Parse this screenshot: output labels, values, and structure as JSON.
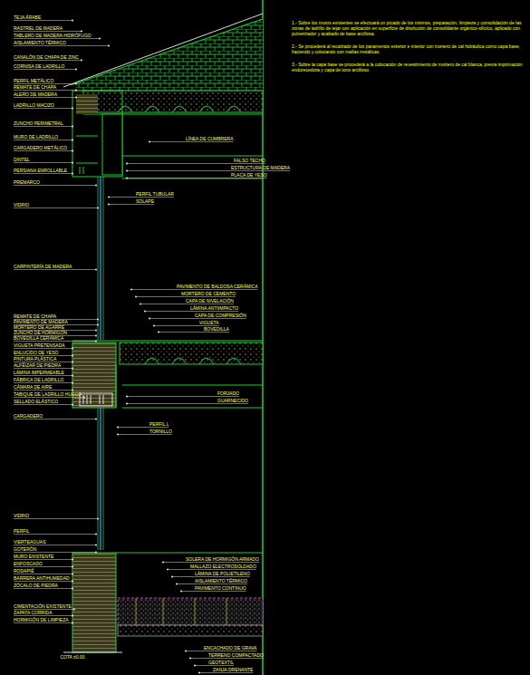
{
  "diagram": {
    "labels": [
      "TEJA ÁRABE",
      "RASTREL DE MADERA",
      "TABLERO DE MADERA HIDRÓFUGO",
      "AISLAMIENTO TÉRMICO",
      "CANALÓN DE CHAPA DE ZINC",
      "CORNISA DE LADRILLO",
      "PERFIL METÁLICO",
      "REMATE DE CHAPA",
      "ALERO DE MADERA",
      "LADRILLO MACIZO",
      "ZUNCHO PERIMETRAL",
      "MURO DE LADRILLO",
      "CARGADERO METÁLICO",
      "DINTEL",
      "PERSIANA ENROLLABLE",
      "PREMARCO",
      "VIDRIO",
      "CARPINTERÍA DE MADERA",
      "REMATE DE CHAPA",
      "PAVIMENTO DE MADERA",
      "MORTERO DE AGARRE",
      "ZUNCHO DE HORMIGÓN",
      "BOVEDILLA CERÁMICA",
      "VIGUETA PRETENSADA",
      "ENLUCIDO DE YESO",
      "PINTURA PLÁSTICA",
      "ALFÉIZAR DE PIEDRA",
      "LÁMINA IMPERMEABLE",
      "FÁBRICA DE LADRILLO",
      "CÁMARA DE AIRE",
      "TABIQUE DE LADRILLO HUECO",
      "SELLADO ELÁSTICO",
      "CARGADERO",
      "VIDRIO",
      "PERFIL",
      "VIERTEAGUAS",
      "GOTERÓN",
      "MURO EXISTENTE",
      "ENFOSCADO",
      "RODAPIÉ",
      "BARRERA ANTIHUMEDAD",
      "ZÓCALO DE PIEDRA",
      "CIMENTACIÓN EXISTENTE",
      "ZAPATA CORRIDA",
      "HORMIGÓN DE LIMPIEZA",
      "COTA ±0.00",
      "LÍNEA DE CUMBRERA",
      "FALSO TECHO",
      "ESTRUCTURA DE MADERA",
      "PLACA DE YESO",
      "PERFIL TUBULAR",
      "SOLAPE",
      "PAVIMENTO DE BALDOSA CERÁMICA",
      "MORTERO DE CEMENTO",
      "CAPA DE NIVELACIÓN",
      "LÁMINA ANTIIMPACTO",
      "CAPA DE COMPRESIÓN",
      "VIGUETA",
      "BOVEDILLA",
      "FORJADO",
      "GUARNECIDO",
      "PERFIL L",
      "TORNILLO",
      "SOLERA DE HORMIGÓN ARMADO",
      "MALLAZO ELECTROSOLDADO",
      "LÁMINA DE POLIETILENO",
      "AISLAMIENTO TÉRMICO",
      "PAVIMENTO CONTINUO",
      "ENCACHADO DE GRAVA",
      "TERRENO COMPACTADO",
      "GEOTEXTIL",
      "ZANJA DRENANTE",
      "1.- Sobre los muros existentes se efectuará un picado de los mismos, preparación, limpieza y consolidación de las zonas de ladrillo de tejar con aplicación en superficie de disolución de consolidante orgánico-silícico, aplicado con pulverizador y acabado de base arcillosa.",
      "2.- Se procederá al recalzado de los paramentos exterior e interior con mortero de cal hidráulica como capa base, haciendo y colocando con mallas metálicas.",
      "3.- Sobre la capa base se procederá a la colocación de revestimiento de mortero de cal blanca, previa imprimación endurecedora y capa de tono arcilloso."
    ]
  }
}
